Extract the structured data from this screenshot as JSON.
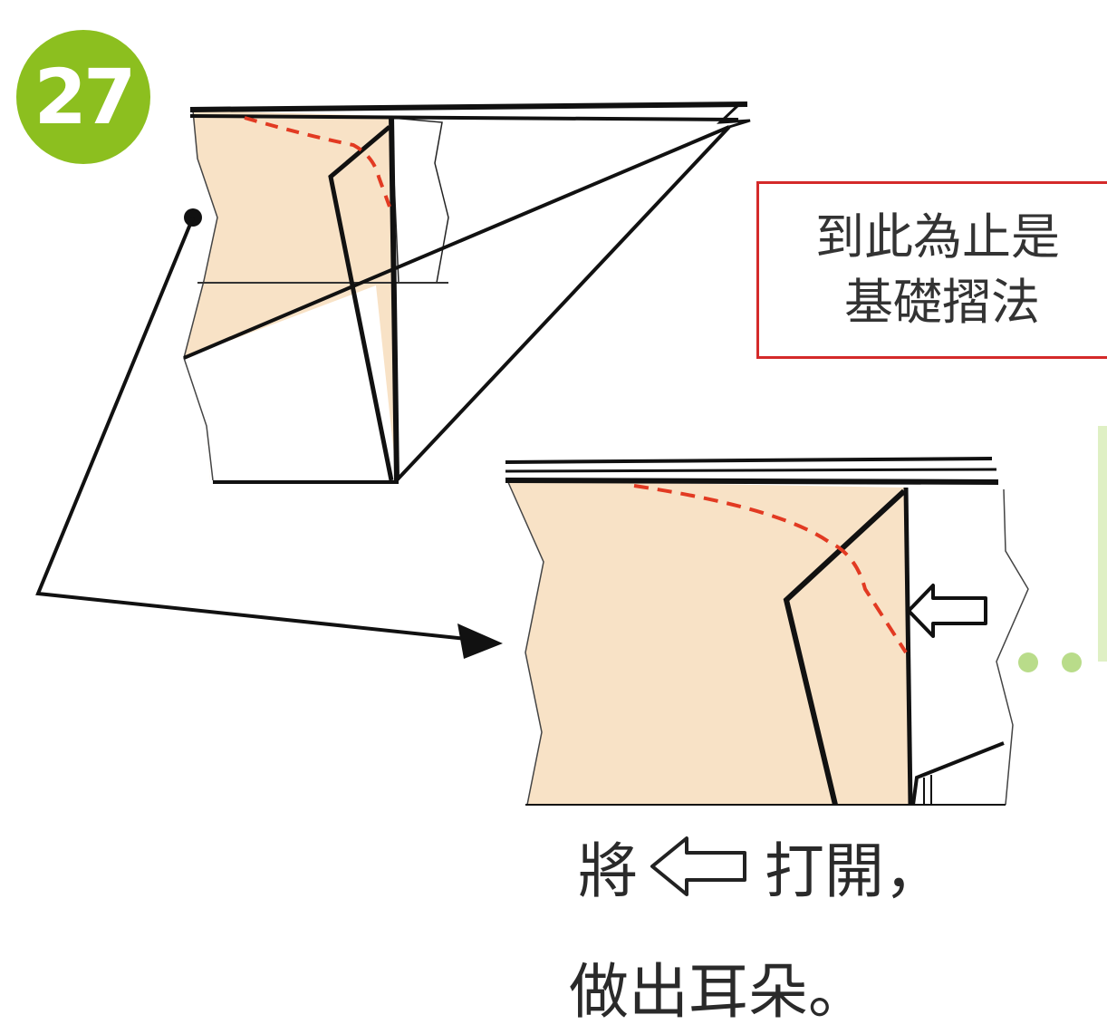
{
  "step": {
    "number": "27",
    "badge_color": "#8cbf1f"
  },
  "note": {
    "line1": "到此為止是",
    "line2": "基礎摺法",
    "border_color": "#d42a2a"
  },
  "instruction": {
    "part1": "將",
    "arrow_icon": "hollow-left-arrow-icon",
    "part2": "打開，",
    "line2": "做出耳朵。"
  },
  "colors": {
    "paper_fill": "#f8e2c6",
    "fold_line": "#e23a22",
    "outline": "#111111"
  }
}
